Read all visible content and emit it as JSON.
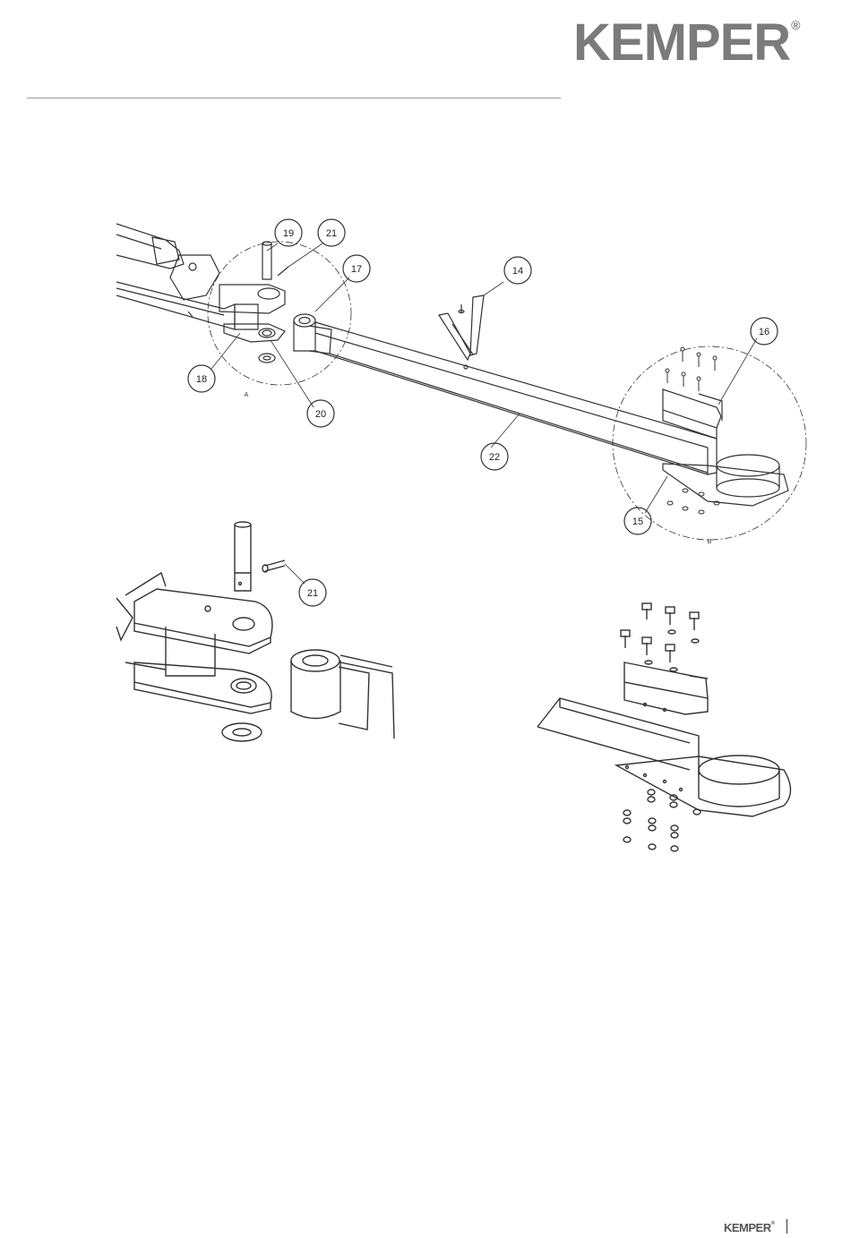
{
  "header": {
    "logo_text": "KEMPER",
    "logo_mark": "®"
  },
  "main_drawing": {
    "callouts": [
      "19",
      "21",
      "17",
      "14",
      "16",
      "18",
      "20",
      "22",
      "15"
    ],
    "detail_labels": [
      "A",
      "B"
    ]
  },
  "detail_a": {
    "callouts": [
      "21"
    ]
  },
  "footer": {
    "logo_text": "KEMPER",
    "logo_mark": "®"
  }
}
